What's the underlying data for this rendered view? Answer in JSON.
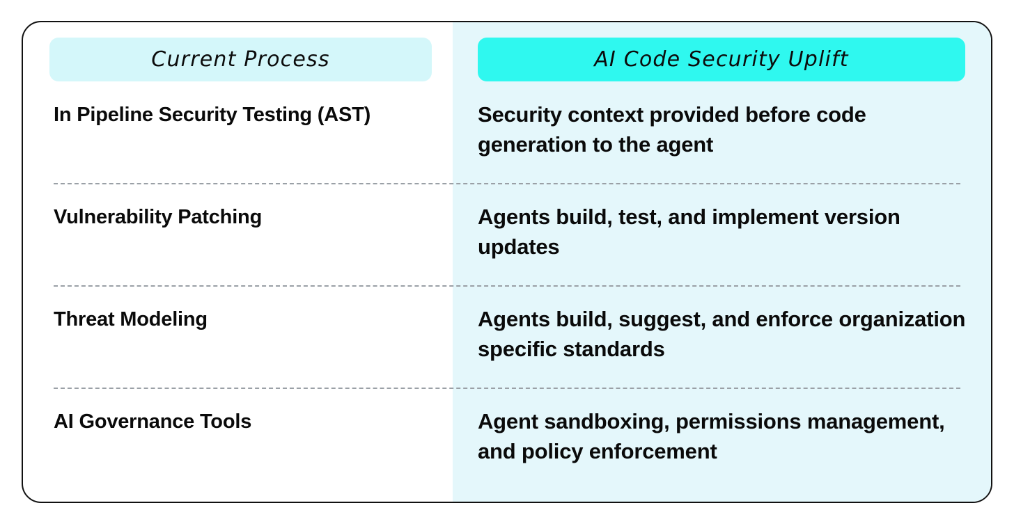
{
  "card": {
    "columns": [
      {
        "id": "current-process",
        "header": "Current Process",
        "header_bg": "#d4f7fa"
      },
      {
        "id": "ai-code-security-uplift",
        "header": "AI Code Security Uplift",
        "header_bg": "#2ff8ef"
      }
    ],
    "column_panel_bg": "#e4f7fb",
    "border_color": "#111111",
    "divider_color": "#9aa0a6",
    "rows": [
      {
        "left": "In Pipeline Security Testing (AST)",
        "right": "Security context provided before code generation to the agent"
      },
      {
        "left": "Vulnerability Patching",
        "right": "Agents build, test, and implement version updates"
      },
      {
        "left": "Threat Modeling",
        "right": "Agents build, suggest, and enforce organization specific standards"
      },
      {
        "left": "AI Governance Tools",
        "right": "Agent sandboxing, permissions management, and policy enforcement"
      }
    ]
  }
}
